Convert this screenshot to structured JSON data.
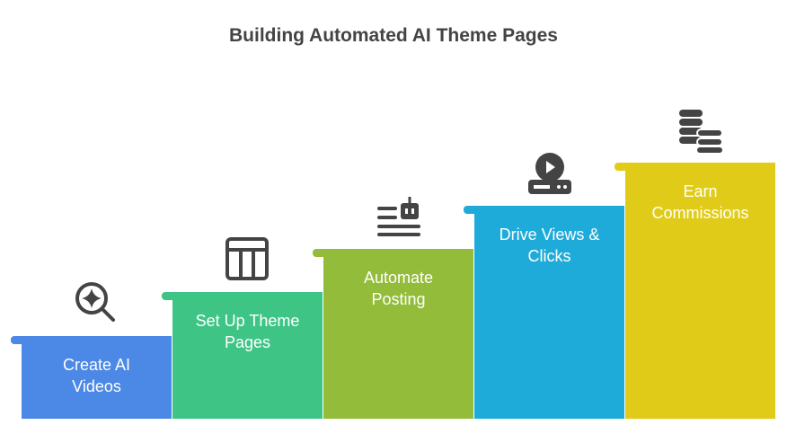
{
  "title": "Building Automated AI Theme Pages",
  "steps": [
    {
      "label_line1": "Create AI",
      "label_line2": "Videos",
      "color": "#4c88e5",
      "icon": "search-sparkle-icon"
    },
    {
      "label_line1": "Set Up Theme",
      "label_line2": "Pages",
      "color": "#3ec585",
      "icon": "table-layout-icon"
    },
    {
      "label_line1": "Automate",
      "label_line2": "Posting",
      "color": "#93bc3a",
      "icon": "robot-text-icon"
    },
    {
      "label_line1": "Drive Views &",
      "label_line2": "Clicks",
      "color": "#1fabd9",
      "icon": "video-player-device-icon"
    },
    {
      "label_line1": "Earn",
      "label_line2": "Commissions",
      "color": "#e0cc18",
      "icon": "coins-stack-icon"
    }
  ],
  "colors": {
    "title": "#444444",
    "icon": "#444444",
    "label": "#ffffff"
  }
}
